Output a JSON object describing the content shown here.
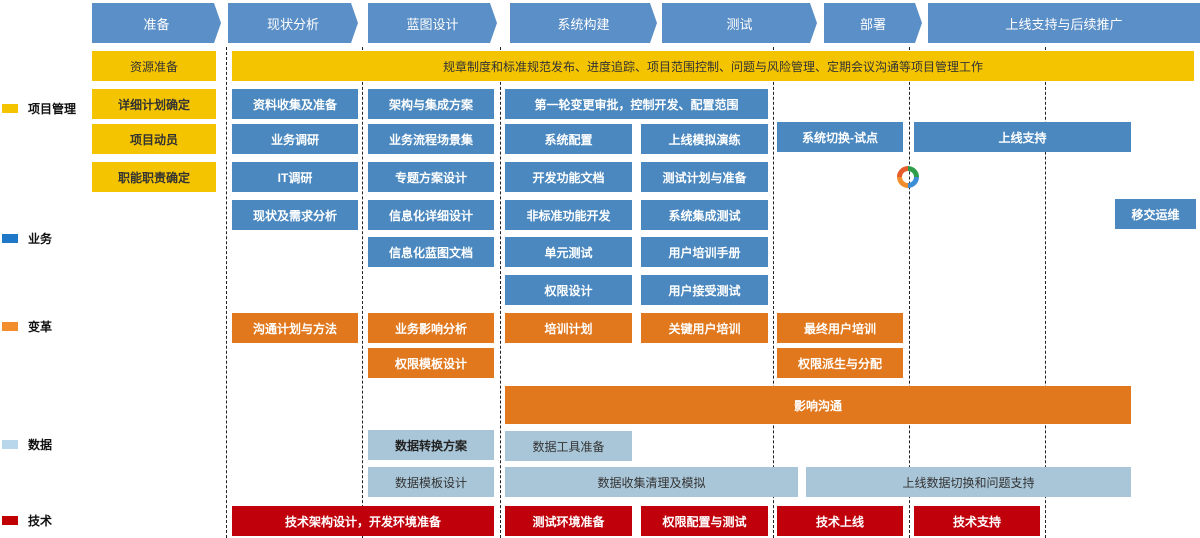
{
  "phases": [
    "准备",
    "现状分析",
    "蓝图设计",
    "系统构建",
    "测试",
    "部署",
    "上线支持与后续推广"
  ],
  "legend": [
    {
      "label": "项目管理",
      "color": "#f5c400"
    },
    {
      "label": "业务",
      "color": "#1f78c8"
    },
    {
      "label": "变革",
      "color": "#f28e2b"
    },
    {
      "label": "数据",
      "color": "#b9d7ea"
    },
    {
      "label": "技术",
      "color": "#c00000"
    }
  ],
  "pm": {
    "resource_prep": "资源准备",
    "banner": "规章制度和标准规范发布、进度追踪、项目范围控制、问题与风险管理、定期会议沟通等项目管理工作",
    "detail_plan": "详细计划确定",
    "kickoff": "项目动员",
    "roles": "职能职责确定"
  },
  "business": {
    "collect": "资料收集及准备",
    "survey": "业务调研",
    "it_survey": "IT调研",
    "current_needs": "现状及需求分析",
    "arch": "架构与集成方案",
    "process": "业务流程场景集",
    "topic": "专题方案设计",
    "info_detail": "信息化详细设计",
    "blueprint_doc": "信息化蓝图文档",
    "change_review": "第一轮变更审批，控制开发、配置范围",
    "sys_config": "系统配置",
    "func_doc": "开发功能文档",
    "nonstd": "非标准功能开发",
    "unit_test": "单元测试",
    "auth_design": "权限设计",
    "golive_drill": "上线模拟演练",
    "test_plan": "测试计划与准备",
    "integration_test": "系统集成测试",
    "training_manual": "用户培训手册",
    "uat": "用户接受测试",
    "cutover_pilot": "系统切换-试点",
    "golive_support": "上线支持",
    "handover": "移交运维"
  },
  "change": {
    "comm_plan": "沟通计划与方法",
    "impact": "业务影响分析",
    "auth_template": "权限模板设计",
    "train_plan": "培训计划",
    "key_user_train": "关键用户培训",
    "end_user_train": "最终用户培训",
    "auth_derive": "权限派生与分配",
    "impact_comm": "影响沟通"
  },
  "data": {
    "conversion": "数据转换方案",
    "tool_prep": "数据工具准备",
    "template": "数据模板设计",
    "collect_clean": "数据收集清理及模拟",
    "cutover": "上线数据切换和问题支持"
  },
  "tech": {
    "arch_env": "技术架构设计，开发环境准备",
    "test_env": "测试环境准备",
    "auth_config": "权限配置与测试",
    "tech_golive": "技术上线",
    "tech_support": "技术支持"
  }
}
